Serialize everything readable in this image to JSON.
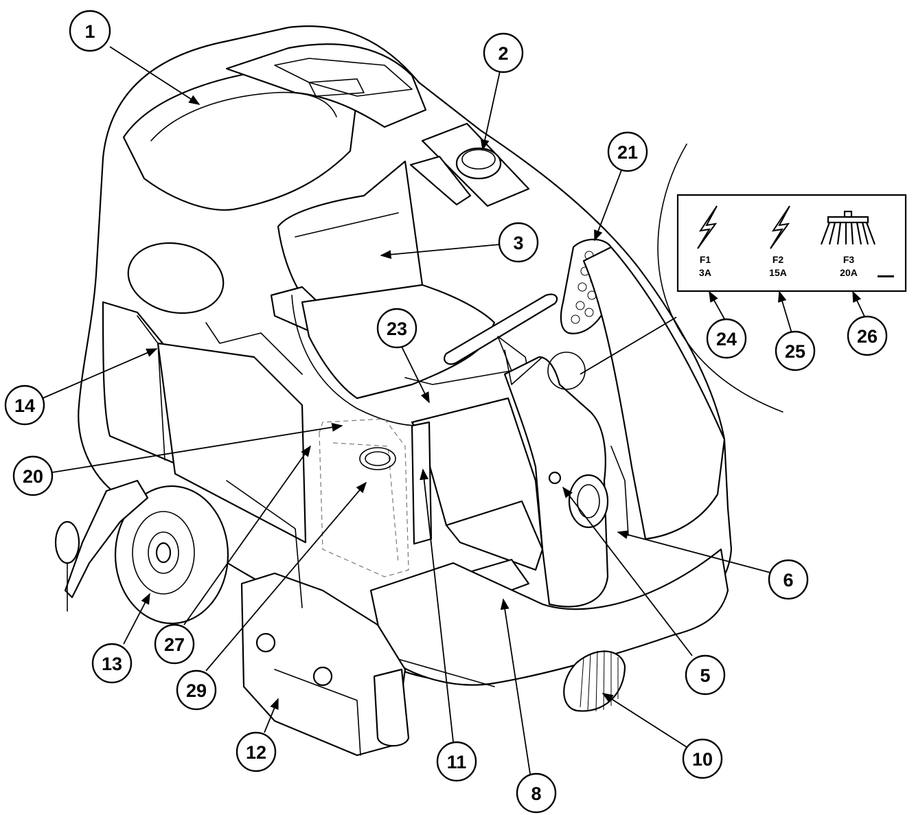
{
  "callouts": [
    {
      "label": "1"
    },
    {
      "label": "2"
    },
    {
      "label": "3"
    },
    {
      "label": "21"
    },
    {
      "label": "23"
    },
    {
      "label": "14"
    },
    {
      "label": "20"
    },
    {
      "label": "24"
    },
    {
      "label": "25"
    },
    {
      "label": "26"
    },
    {
      "label": "6"
    },
    {
      "label": "5"
    },
    {
      "label": "13"
    },
    {
      "label": "27"
    },
    {
      "label": "29"
    },
    {
      "label": "12"
    },
    {
      "label": "11"
    },
    {
      "label": "8"
    },
    {
      "label": "10"
    }
  ],
  "fuse_panel": {
    "fuses": [
      {
        "name": "F1",
        "rating": "3A",
        "icon": "lightning-bolt-icon"
      },
      {
        "name": "F2",
        "rating": "15A",
        "icon": "lightning-bolt-icon"
      },
      {
        "name": "F3",
        "rating": "20A",
        "icon": "brush-icon"
      }
    ]
  },
  "colors": {
    "line": "#000000",
    "background": "#ffffff"
  }
}
